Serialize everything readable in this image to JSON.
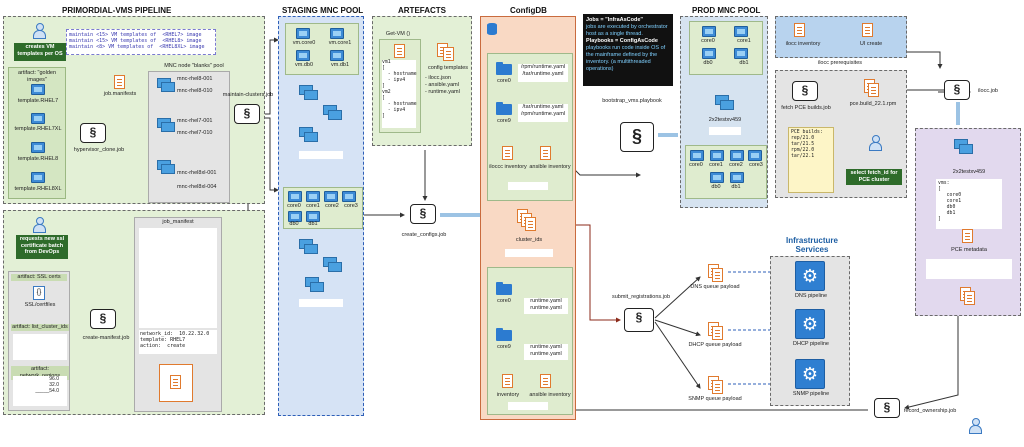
{
  "headers": {
    "primordial": "PRIMORDIAL-VMS PIPELINE",
    "staging": "STAGING MNC POOL",
    "artefacts": "ARTEFACTS",
    "configdb": "ConfigDB",
    "prod": "PROD MNC POOL",
    "infra": "Infrastructure Services"
  },
  "primordial": {
    "creates_vm": "creates VM templates per OS",
    "artifact_golden": "artifact: \"golden images\"",
    "templates": [
      "template.RHEL7",
      "template.RHEL7XL",
      "template.RHEL8",
      "template.RHEL8XL"
    ],
    "maintain_lines": [
      "maintain <15> VM templates of  <RHEL7> image",
      "maintain <15> VM templates of  <RHEL8> image",
      "maintain <8> VM templates of  <RHEL8XL> image"
    ],
    "job_manifests": "job.manifests",
    "mnc_pool_label": "MNC node \"blanks\" pool",
    "mnc_nodes": [
      "mnc-rhel8-001",
      "mnc-rhel8-010",
      "mnc-rhel7-001",
      "mnc-rhel7-010",
      "mnc-rhel8xl-001",
      "mnc-rhel8xl-004"
    ],
    "hypervisor_job": "hypervisor_clone.job",
    "maintain_clusters_job": "maintain-clusters.job"
  },
  "request": {
    "job_manifest": "job_manifest",
    "requests_text": "requests new ssl certificate batch from DevOps",
    "artifact_ssl": "artifact: SSL certs",
    "ssl_file": "SSL/certfiles",
    "artifact_cluster_ids": "artifact: list_cluster_ids",
    "artifact_network": "artifact: network_regions",
    "regions": [
      "96.0",
      "32.0",
      "_____54.0"
    ],
    "manifest_lines": [
      "network_id:  10.22.32.0",
      "template: RHEL7",
      "action:  create"
    ],
    "create_manifest_job": "create-manifest.job"
  },
  "staging": {
    "top_nodes": [
      "vm.core0",
      "vm.core1",
      "vm.db0",
      "vm.db1"
    ],
    "cluster_nodes": [
      "core0",
      "core1",
      "core2",
      "core3",
      "db0",
      "db1"
    ]
  },
  "artefacts": {
    "get_vm": "Get-VM ()",
    "vm_text": [
      "vm1",
      "[",
      "  - hostname",
      "  - ipv4",
      "]",
      "vm2",
      "[",
      "  - hostname",
      "  - ipv4",
      "]"
    ],
    "config_templates": "config templates",
    "config_files": [
      "- ilocc.json",
      "- ansible.yaml",
      "- runtime.yaml"
    ],
    "create_configs_job": "create_configs.job"
  },
  "configdb": {
    "group1": [
      {
        "name": "core0",
        "files": "/rpm/runtime.yaml /tar/runtime.yaml"
      },
      {
        "name": "core9",
        "files": "/tar/runtime.yaml /rpm/runtime.yaml"
      }
    ],
    "group1_inv": [
      "iloccc inventory",
      "ansible inventory"
    ],
    "cluster_ids": "cluster_ids",
    "group2": [
      {
        "name": "core0",
        "files": "runtime.yaml runtime.yaml"
      },
      {
        "name": "core9",
        "files": "runtime.yaml runtime.yaml"
      }
    ],
    "group2_inv": [
      "inventory",
      "ansible inventory"
    ]
  },
  "notes": {
    "lines": [
      "Jobs  =  \"InfraAsCode\"",
      "jobs are executed by orchestrator host as a single thread.",
      "Playbooks  =  ConfigAsCode",
      "playbooks run code inside OS of the mainframe defined by the inventory. (a multithreaded operations)"
    ]
  },
  "mid": {
    "bootstrap": "bootstrap_vms.playbook",
    "submit_registrations": "submit_registrations.job",
    "payloads": [
      "DNS queue payload",
      "DHCP queue payload",
      "SNMP queue payload"
    ]
  },
  "prod": {
    "top": [
      "core0",
      "core1",
      "db0",
      "db1"
    ],
    "mid_label": "2x2testxv459",
    "bottom_core": [
      "core0",
      "core1",
      "core2",
      "core3"
    ],
    "bottom_db": [
      "db0",
      "db1"
    ]
  },
  "ilocc": {
    "inventory": "ilocc inventory",
    "ui_create": "UI create",
    "prereq": "ilocc prerequisites",
    "job": "ilocc.job",
    "fetch_label": "fetch PCE builds.job",
    "pce_rpm": "pce.build_22.1.rpm",
    "pce_builds": "PCE builds:",
    "pce_list": [
      "rep/21.0",
      "tar/21.5",
      "rpm/22.0",
      "tar/22.1"
    ],
    "select_fetch": "select fetch_id for PCE cluster"
  },
  "right": {
    "cluster_name": "2x2testxv459",
    "vms_text": [
      "vms:",
      "[",
      "   core0",
      "   core1",
      "   db0",
      "   db1",
      "]"
    ],
    "pce_metadata": "PCE metadata",
    "record_job": "record_ownership.job"
  },
  "infra": {
    "services": [
      "DNS pipeline",
      "DHCP pipeline",
      "SNMP pipeline"
    ]
  }
}
